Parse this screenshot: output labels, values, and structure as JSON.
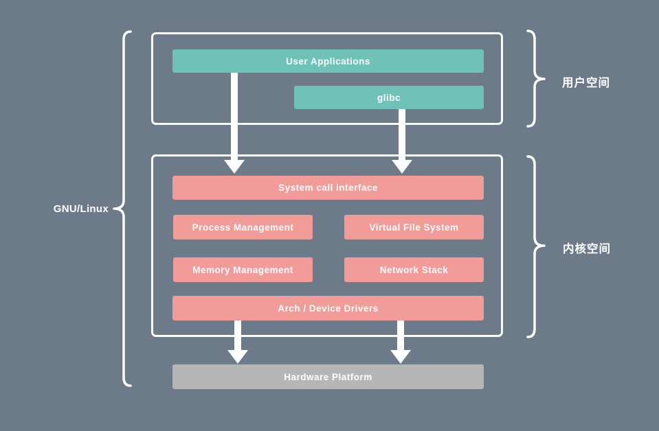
{
  "labels": {
    "gnu_linux": "GNU/Linux",
    "user_space": "用户空间",
    "kernel_space": "内核空间"
  },
  "blocks": {
    "user_applications": "User Applications",
    "glibc": "glibc",
    "system_call_interface": "System call interface",
    "process_management": "Process Management",
    "virtual_file_system": "Virtual File System",
    "memory_management": "Memory Management",
    "network_stack": "Network Stack",
    "arch_device_drivers": "Arch / Device Drivers",
    "hardware_platform": "Hardware Platform"
  },
  "colors": {
    "background": "#6d7a89",
    "user_space_block": "#6ec2b8",
    "kernel_block": "#f19c99",
    "hardware_block": "#b6b6b6",
    "outline": "#ffffff"
  }
}
